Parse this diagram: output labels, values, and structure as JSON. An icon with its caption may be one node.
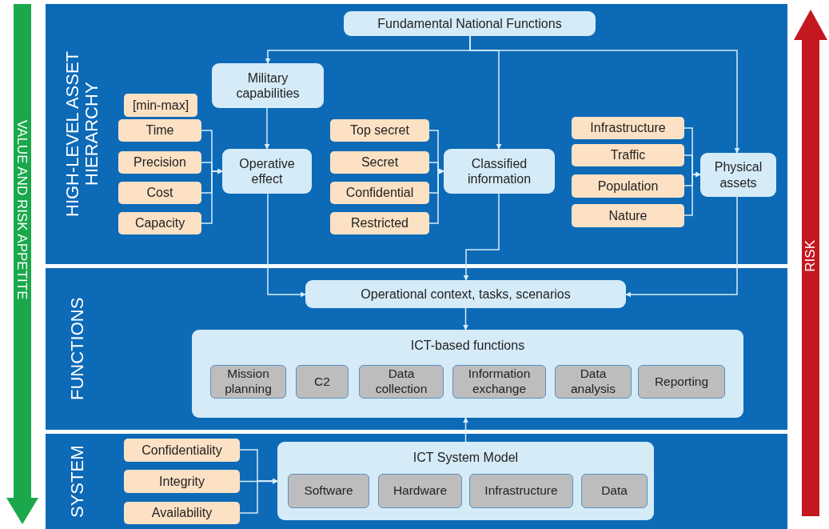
{
  "diagram": {
    "nodes": [
      {
        "text": [
          "HIGH-LEVEL ASSET HIERARCHY"
        ]
      },
      {
        "text": [
          "Fundamental National Functions"
        ],
        "in": 0
      },
      {
        "text": [
          "Military capabilities"
        ],
        "in": 0
      },
      {
        "text": [
          "[min-max]"
        ],
        "in": 0
      },
      {
        "text": [
          "Time"
        ],
        "in": 0
      },
      {
        "text": [
          "Precision"
        ],
        "in": 0
      },
      {
        "text": [
          "Cost"
        ],
        "in": 0
      },
      {
        "text": [
          "Capacity"
        ],
        "in": 0
      },
      {
        "text": [
          "Operative effect"
        ],
        "in": 0
      },
      {
        "text": [
          "Top secret"
        ],
        "in": 0
      },
      {
        "text": [
          "Secret"
        ],
        "in": 0
      },
      {
        "text": [
          "Confidential"
        ],
        "in": 0
      },
      {
        "text": [
          "Restricted"
        ],
        "in": 0
      },
      {
        "text": [
          "Classified information"
        ],
        "in": 0
      },
      {
        "text": [
          "Infrastructure"
        ],
        "in": 0
      },
      {
        "text": [
          "Traffic"
        ],
        "in": 0
      },
      {
        "text": [
          "Population"
        ],
        "in": 0
      },
      {
        "text": [
          "Nature"
        ],
        "in": 0
      },
      {
        "text": [
          "Physical assets"
        ],
        "in": 0
      },
      {
        "text": [
          "FUNCTIONS"
        ]
      },
      {
        "text": [
          "Operational context, tasks, scenarios"
        ],
        "in": 19
      },
      {
        "text": [
          "ICT-based functions"
        ],
        "in": 19
      },
      {
        "text": [
          "Mission planning"
        ],
        "in": 21
      },
      {
        "text": [
          "C2"
        ],
        "in": 21
      },
      {
        "text": [
          "Data collection"
        ],
        "in": 21
      },
      {
        "text": [
          "Information exchange"
        ],
        "in": 21
      },
      {
        "text": [
          "Data analysis"
        ],
        "in": 21
      },
      {
        "text": [
          "Reporting"
        ],
        "in": 21
      },
      {
        "text": [
          "SYSTEM"
        ]
      },
      {
        "text": [
          "Confidentiality"
        ],
        "in": 28
      },
      {
        "text": [
          "Integrity"
        ],
        "in": 28
      },
      {
        "text": [
          "Availability"
        ],
        "in": 28
      },
      {
        "text": [
          "ICT System Model"
        ],
        "in": 28
      },
      {
        "text": [
          "Software"
        ],
        "in": 32
      },
      {
        "text": [
          "Hardware"
        ],
        "in": 32
      },
      {
        "text": [
          "Infrastructure"
        ],
        "in": 32
      },
      {
        "text": [
          "Data"
        ],
        "in": 32
      }
    ],
    "edges": [
      {
        "from": 1,
        "to": 2,
        "arrow": "to"
      },
      {
        "from": 1,
        "to": 13,
        "arrow": "to"
      },
      {
        "from": 1,
        "to": 18,
        "arrow": "to"
      },
      {
        "from": 2,
        "to": 8,
        "arrow": "to"
      },
      {
        "from": 4,
        "to": 8,
        "arrow": "to"
      },
      {
        "from": 5,
        "to": 8,
        "arrow": "to"
      },
      {
        "from": 6,
        "to": 8,
        "arrow": "to"
      },
      {
        "from": 7,
        "to": 8,
        "arrow": "to"
      },
      {
        "from": 9,
        "to": 13,
        "arrow": "to"
      },
      {
        "from": 10,
        "to": 13,
        "arrow": "to"
      },
      {
        "from": 11,
        "to": 13,
        "arrow": "to"
      },
      {
        "from": 12,
        "to": 13,
        "arrow": "to"
      },
      {
        "from": 14,
        "to": 18,
        "arrow": "to"
      },
      {
        "from": 15,
        "to": 18,
        "arrow": "to"
      },
      {
        "from": 16,
        "to": 18,
        "arrow": "to"
      },
      {
        "from": 17,
        "to": 18,
        "arrow": "to"
      },
      {
        "from": 8,
        "to": 20,
        "arrow": "to"
      },
      {
        "from": 13,
        "to": 20,
        "arrow": "to"
      },
      {
        "from": 18,
        "to": 20,
        "arrow": "to"
      },
      {
        "from": 20,
        "to": 21,
        "arrow": "to"
      },
      {
        "from": 32,
        "to": 21,
        "arrow": "to"
      },
      {
        "from": 29,
        "to": 32,
        "arrow": "to"
      },
      {
        "from": 30,
        "to": 32,
        "arrow": "to"
      },
      {
        "from": 31,
        "to": 32,
        "arrow": "to"
      }
    ],
    "labels": [
      "VALUE AND RISK APPETITE",
      "RISK"
    ]
  }
}
